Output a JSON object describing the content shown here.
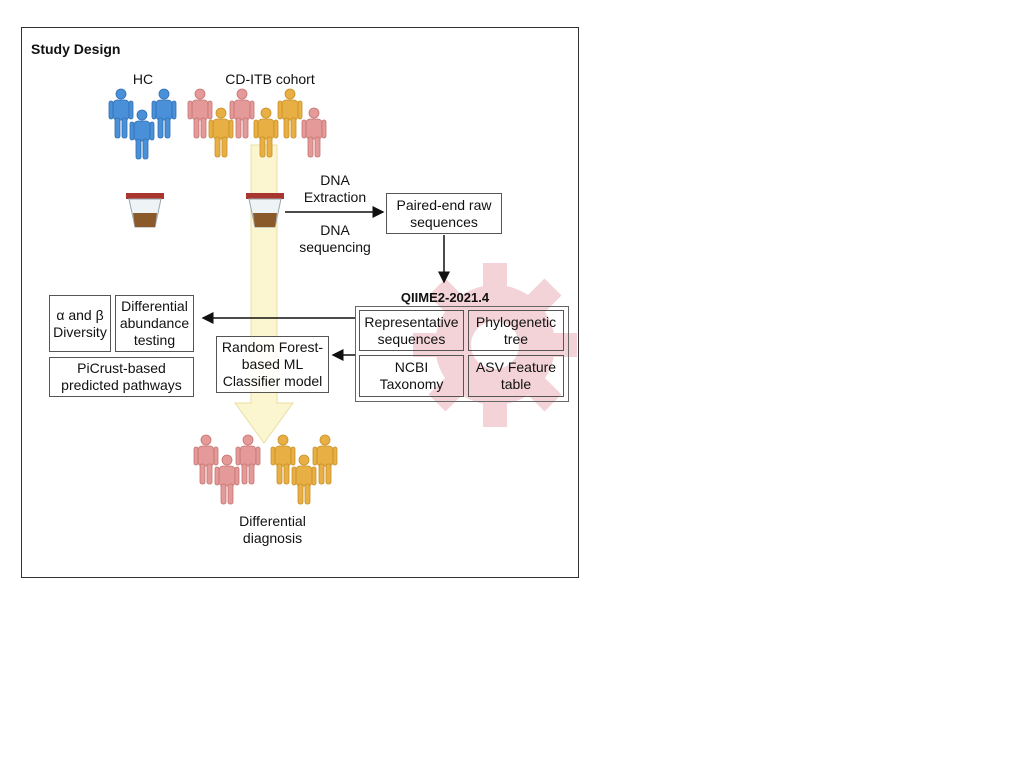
{
  "title": "Study Design",
  "groups": {
    "hc": "HC",
    "cohort": "CD-ITB cohort"
  },
  "steps": {
    "dna_extraction": "DNA\nExtraction",
    "dna_sequencing": "DNA\nsequencing",
    "paired_end": "Paired-end raw\nsequences",
    "qiime": "QIIME2-2021.4"
  },
  "qiime_outputs": {
    "representative": "Representative\nsequences",
    "phylogenetic": "Phylogenetic\ntree",
    "ncbi": "NCBI\nTaxonomy",
    "asv": "ASV Feature\ntable"
  },
  "analyses": {
    "diversity": "α and β\nDiversity",
    "differential_abundance": "Differential\nabundance\ntesting",
    "picrust": "PiCrust-based\npredicted pathways",
    "random_forest": "Random Forest-\nbased ML\nClassifier model"
  },
  "outcome": "Differential\ndiagnosis",
  "colors": {
    "hc_blue": "#4a90d9",
    "cd_pink": "#e39a98",
    "itb_orange": "#e8b044",
    "highlight_yellow": "#fbf6cf",
    "gear_pink": "#f3d3d8"
  },
  "icons": {
    "person": "person-icon",
    "sample_cup": "stool-sample-cup-icon",
    "gear": "gear-icon"
  }
}
